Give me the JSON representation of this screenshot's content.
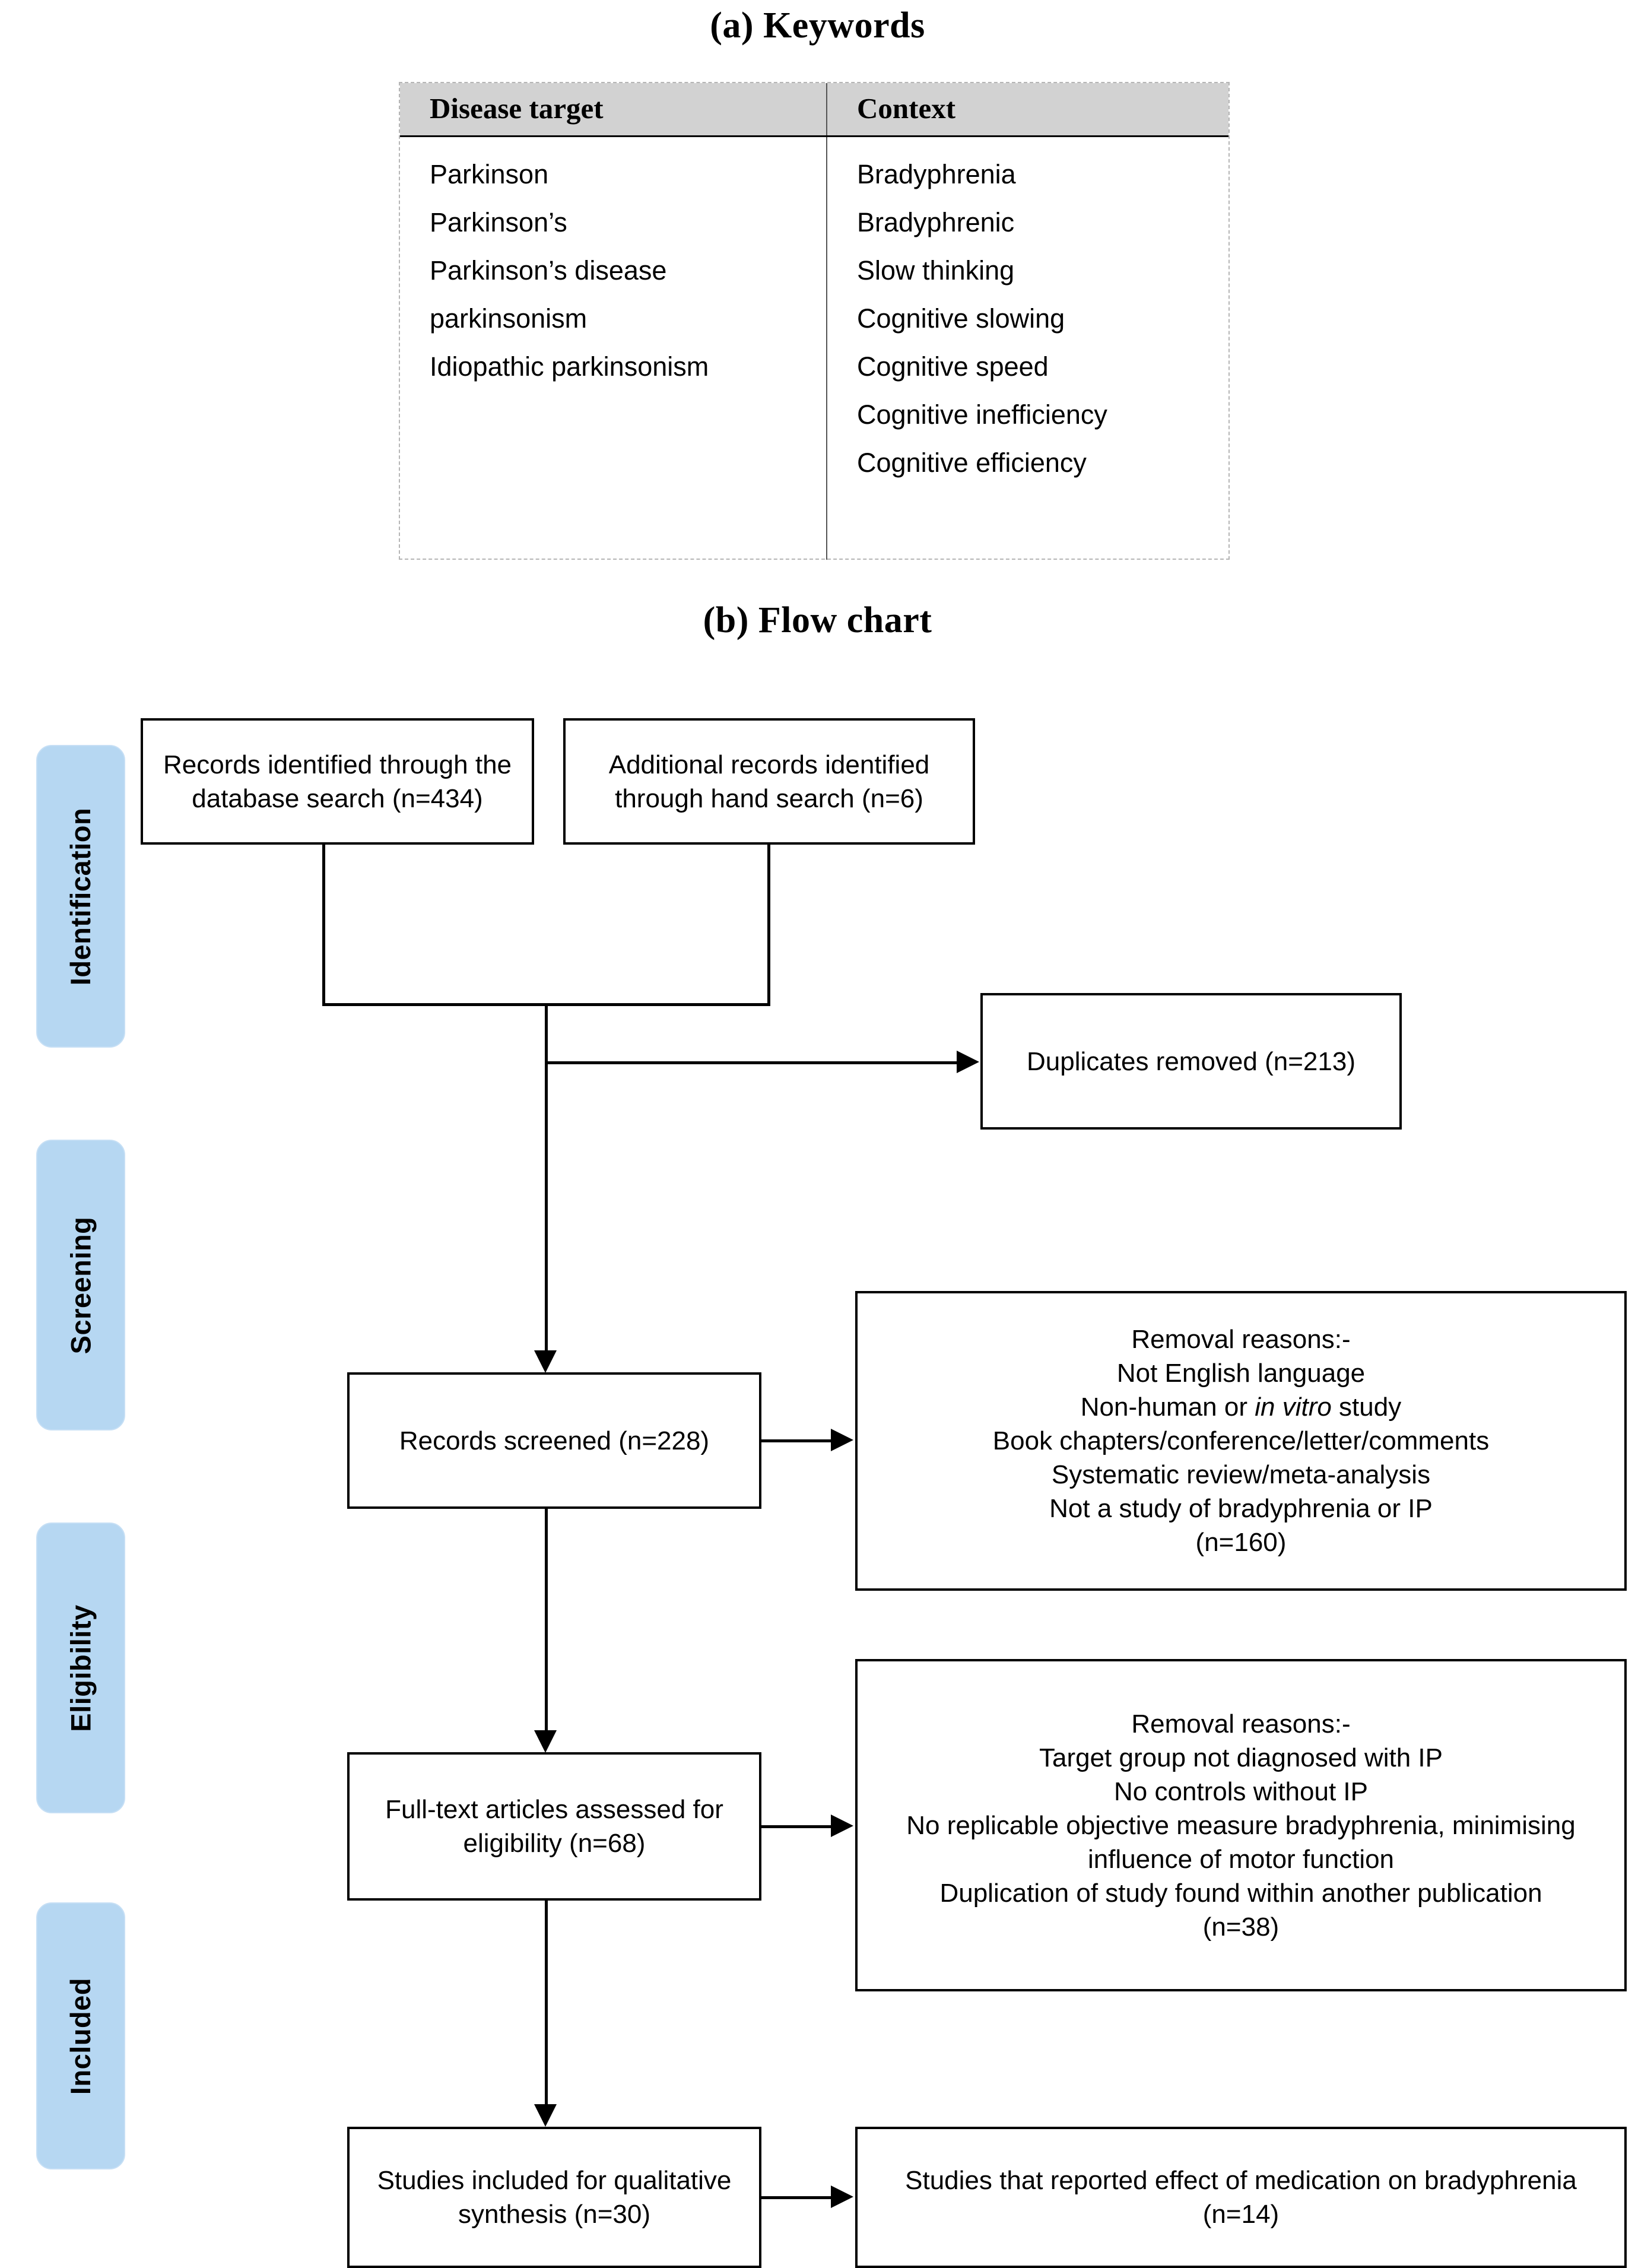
{
  "sections": {
    "a_title": "(a) Keywords",
    "b_title": "(b) Flow chart"
  },
  "keywords_table": {
    "headers": [
      "Disease target",
      "Context"
    ],
    "disease_target": [
      "Parkinson",
      "Parkinson’s",
      "Parkinson’s disease",
      "parkinsonism",
      "Idiopathic parkinsonism"
    ],
    "context": [
      "Bradyphrenia",
      "Bradyphrenic",
      "Slow thinking",
      "Cognitive slowing",
      "Cognitive speed",
      "Cognitive inefficiency",
      "Cognitive efficiency"
    ],
    "header_bg": "#d2d2d2",
    "border_color": "#b5b5b5"
  },
  "flowchart": {
    "stage_tab_color": "#b6d7f2",
    "stages": [
      {
        "label": "Identification"
      },
      {
        "label": "Screening"
      },
      {
        "label": "Eligibility"
      },
      {
        "label": "Included"
      }
    ],
    "nodes": {
      "records_db": "Records identified through the database search (n=434)",
      "records_hand": "Additional records identified through hand search (n=6)",
      "duplicates": "Duplicates removed (n=213)",
      "screened": "Records screened (n=228)",
      "screening_reasons_line1": "Removal reasons:-",
      "screening_reasons_line2": "Not English language",
      "screening_reasons_line3_pre": "Non-human or ",
      "screening_reasons_line3_italic": "in vitro",
      "screening_reasons_line3_post": " study",
      "screening_reasons_line4": "Book chapters/conference/letter/comments",
      "screening_reasons_line5": "Systematic review/meta-analysis",
      "screening_reasons_line6": "Not a study of bradyphrenia or IP",
      "screening_reasons_line7": "(n=160)",
      "fulltext": "Full-text articles assessed for eligibility (n=68)",
      "eligibility_reasons_line1": "Removal reasons:-",
      "eligibility_reasons_line2": "Target group not diagnosed with IP",
      "eligibility_reasons_line3": "No controls without IP",
      "eligibility_reasons_line4": "No replicable objective measure bradyphrenia, minimising influence of motor function",
      "eligibility_reasons_line5": "Duplication of study found within another publication",
      "eligibility_reasons_line6": "(n=38)",
      "included": "Studies included for qualitative synthesis (n=30)",
      "medication": "Studies that reported effect of medication on bradyphrenia (n=14)"
    },
    "counts": {
      "records_db": 434,
      "records_hand": 6,
      "duplicates_removed": 213,
      "records_screened": 228,
      "screening_excluded": 160,
      "fulltext_assessed": 68,
      "eligibility_excluded": 38,
      "studies_included": 30,
      "medication_studies": 14
    }
  }
}
